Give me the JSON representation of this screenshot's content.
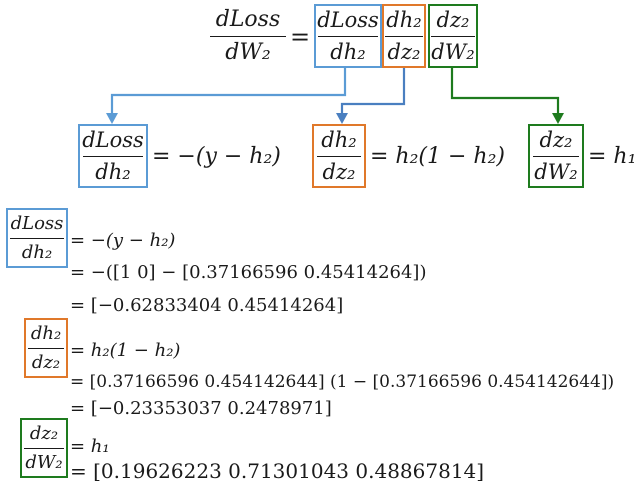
{
  "colors": {
    "blue": "#5b9bd5",
    "orange": "#e0782a",
    "green": "#1e7b1e",
    "arrow_blue": "#4a7fc0"
  },
  "top": {
    "lhs_num": "dLoss",
    "lhs_den": "dW₂",
    "equals": "=",
    "f1_num": "dLoss",
    "f1_den": "dh₂",
    "f2_num": "dh₂",
    "f2_den": "dz₂",
    "f3_num": "dz₂",
    "f3_den": "dW₂"
  },
  "middle": {
    "a_num": "dLoss",
    "a_den": "dh₂",
    "a_rhs": "= −(y − h₂)",
    "b_num": "dh₂",
    "b_den": "dz₂",
    "b_rhs": "= h₂(1 − h₂)",
    "c_num": "dz₂",
    "c_den": "dW₂",
    "c_rhs": "= h₁"
  },
  "lower": {
    "l1_num": "dLoss",
    "l1_den": "dh₂",
    "l1_line1": "= −(y − h₂)",
    "l1_line2": "= −([1   0] − [0.37166596   0.45414264])",
    "l1_line3": "= [−0.62833404   0.45414264]",
    "l2_num": "dh₂",
    "l2_den": "dz₂",
    "l2_line1": "= h₂(1 − h₂)",
    "l2_line2": "= [0.37166596   0.454142644] (1 − [0.37166596   0.454142644])",
    "l2_line3": "= [−0.23353037   0.2478971]",
    "l3_num": "dz₂",
    "l3_den": "dW₂",
    "l3_line1": "= h₁",
    "l3_line2": "= [0.19626223   0.71301043   0.48867814]"
  }
}
